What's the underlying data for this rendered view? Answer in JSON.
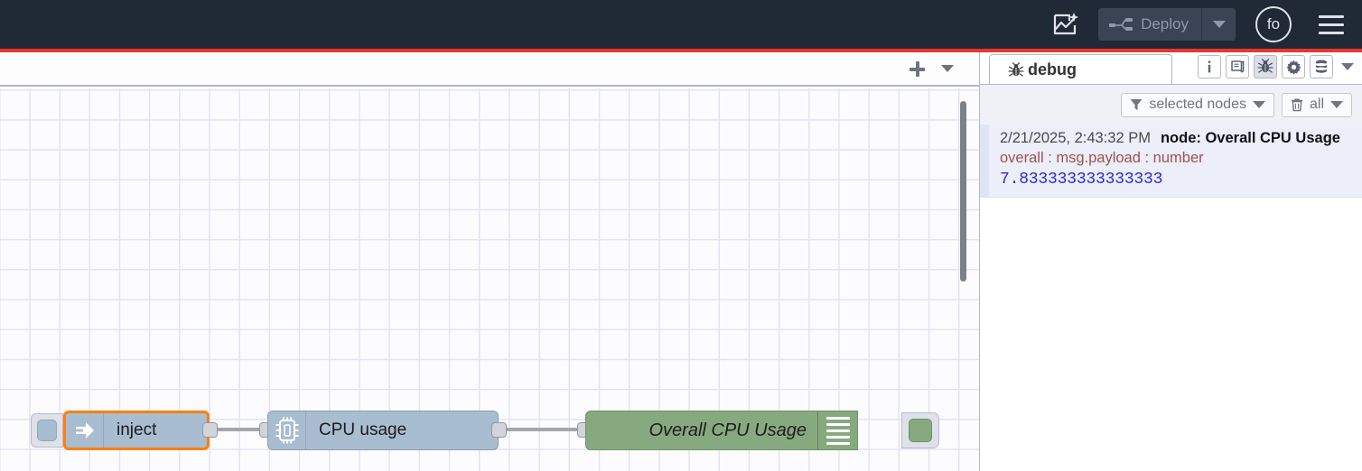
{
  "header": {
    "assistant_icon": "ai-flow-sparkle-icon",
    "deploy": {
      "label": "Deploy",
      "icon": "deploy-icon",
      "caret_icon": "chevron-down-icon",
      "enabled": false
    },
    "user": {
      "initials": "fo",
      "icon": "user-avatar"
    },
    "menu_icon": "hamburger-menu-icon",
    "bg_color": "#202936",
    "accent_color": "#e8372c"
  },
  "flow_tabbar": {
    "tabs": [],
    "add_label": "+",
    "add_icon": "plus-icon",
    "list_icon": "chevron-down-icon"
  },
  "canvas": {
    "scrollbar_icon": "vertical-scrollbar-thumb",
    "nodes": [
      {
        "id": "inject",
        "type": "inject",
        "label": "inject",
        "icon": "inject-arrow-icon",
        "color": "#a9bdd1",
        "selected": true,
        "selection_color": "#ff7f0e",
        "button_icon": "inject-trigger-button"
      },
      {
        "id": "cpu",
        "type": "cpu",
        "label": "CPU usage",
        "icon": "microchip-icon",
        "color": "#a9bdd1",
        "selected": false
      },
      {
        "id": "debug",
        "type": "debug",
        "label": "Overall CPU Usage",
        "icon": "debug-lines-icon",
        "color": "#87a980",
        "selected": false,
        "status_button_icon": "debug-enable-button"
      }
    ]
  },
  "sidebar": {
    "active_tab": "debug",
    "tab_label": "debug",
    "tab_icon": "bug-icon",
    "tab_icons": [
      {
        "name": "info-icon",
        "glyph": "i",
        "active": false
      },
      {
        "name": "help-book-icon",
        "glyph": "book",
        "active": false
      },
      {
        "name": "debug-bug-icon",
        "glyph": "bug",
        "active": true
      },
      {
        "name": "config-gear-icon",
        "glyph": "gear",
        "active": false
      },
      {
        "name": "context-stack-icon",
        "glyph": "stack",
        "active": false
      }
    ],
    "icons_caret": "chevron-down-icon",
    "toolbar": {
      "filter": {
        "label": "selected nodes",
        "icon": "filter-funnel-icon",
        "caret": "chevron-down-icon"
      },
      "clear": {
        "label": "all",
        "icon": "trash-icon",
        "caret": "chevron-down-icon"
      }
    },
    "messages": [
      {
        "timestamp": "2/21/2025, 2:43:32 PM",
        "node": "node: Overall CPU Usage",
        "topic": "overall : msg.payload : number",
        "value": "7.833333333333333",
        "value_color": "#2d2dd0",
        "topic_color": "#a0524a"
      }
    ]
  }
}
